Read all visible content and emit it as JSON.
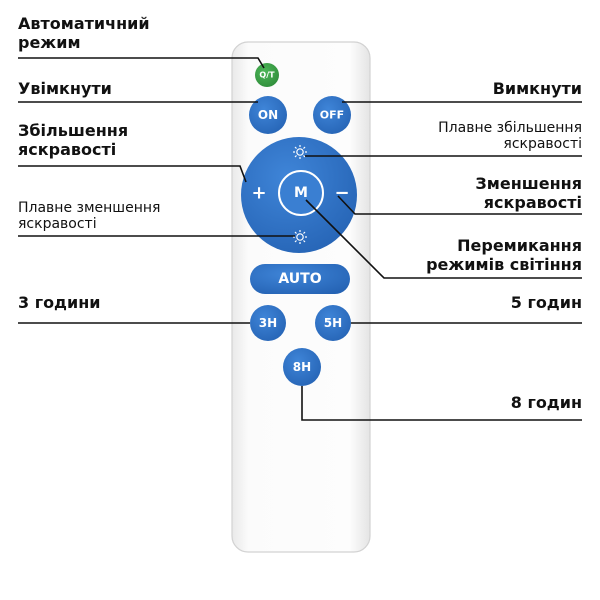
{
  "colors": {
    "button_blue": "#2f6fc4",
    "button_green": "#3aa047",
    "remote_body": "#fbfbfb",
    "line": "#111111"
  },
  "buttons": {
    "qt": "Q/T",
    "on": "ON",
    "off": "OFF",
    "plus": "+",
    "minus": "−",
    "mode": "M",
    "auto": "AUTO",
    "h3": "3H",
    "h5": "5H",
    "h8": "8H"
  },
  "labels": {
    "auto_mode": "Автоматичний\nрежим",
    "turn_on": "Увімкнути",
    "turn_off": "Вимкнути",
    "bright_up": "Збільшення\nяскравості",
    "smooth_up": "Плавне збільшення\nяскравості",
    "bright_down": "Зменшення\nяскравості",
    "smooth_down": "Плавне зменшення\nяскравості",
    "mode_switch": "Перемикання\nрежимів світіння",
    "h3": "3 години",
    "h5": "5 годин",
    "h8": "8 годин"
  }
}
